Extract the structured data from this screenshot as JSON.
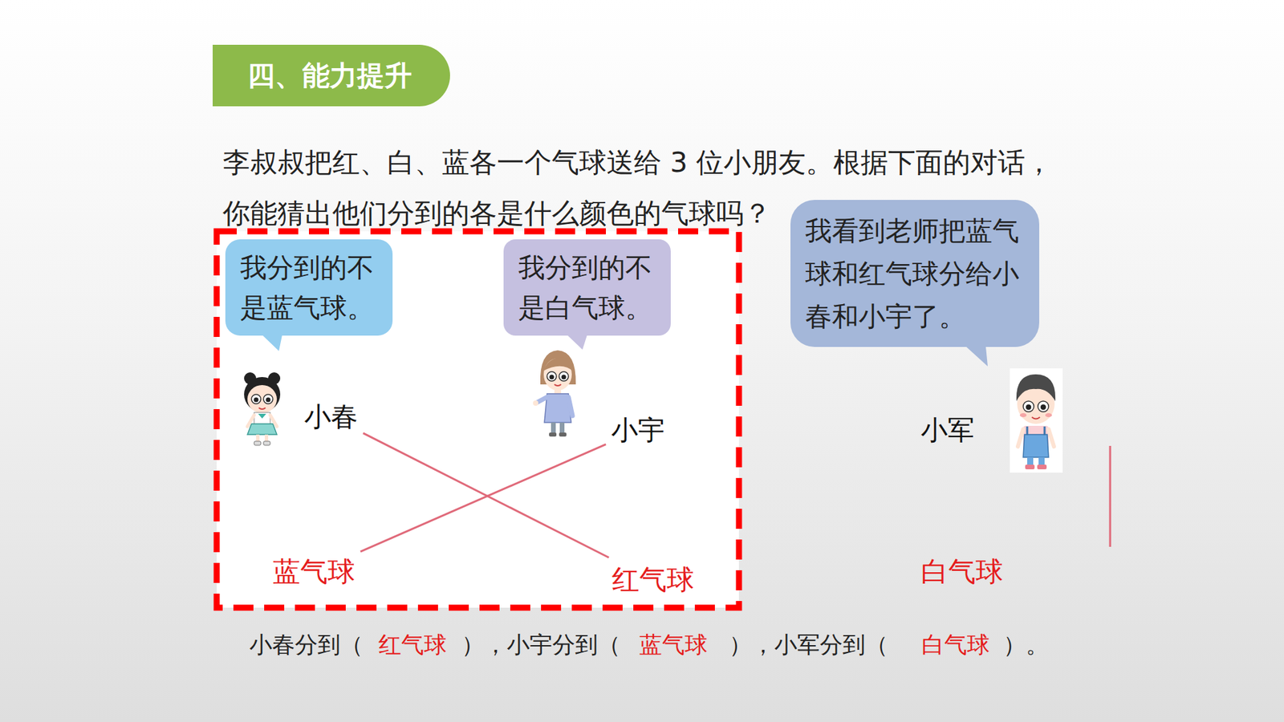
{
  "diagram": {
    "nodes": [
      {
        "text": [
          "四、能力提升"
        ]
      },
      {
        "text": [
          "我分到的不是蓝气球。"
        ]
      },
      {
        "text": [
          "我分到的不是白气球。"
        ]
      },
      {
        "text": [
          "我看到老师把蓝气球和红气球分给小春和小宇了。"
        ]
      },
      {
        "text": [
          "小春"
        ]
      },
      {
        "text": [
          "小宇"
        ]
      },
      {
        "text": [
          "小军"
        ]
      },
      {
        "text": [
          "蓝气球"
        ]
      },
      {
        "text": [
          "红气球"
        ]
      },
      {
        "text": [
          "白气球"
        ]
      }
    ],
    "edges": [
      {
        "from": 4,
        "to": 8,
        "arrow": "none"
      },
      {
        "from": 5,
        "to": 7,
        "arrow": "none"
      }
    ],
    "labels": [
      "李叔叔把红、白、蓝各一个气球送给 3 位小朋友。根据下面的对话，你能猜出他们分到的各是什么颜色的气球吗？",
      "小春分到（",
      "红气球",
      "），小宇分到（",
      "蓝气球",
      "），小军分到（",
      "白气球",
      "）。"
    ]
  }
}
